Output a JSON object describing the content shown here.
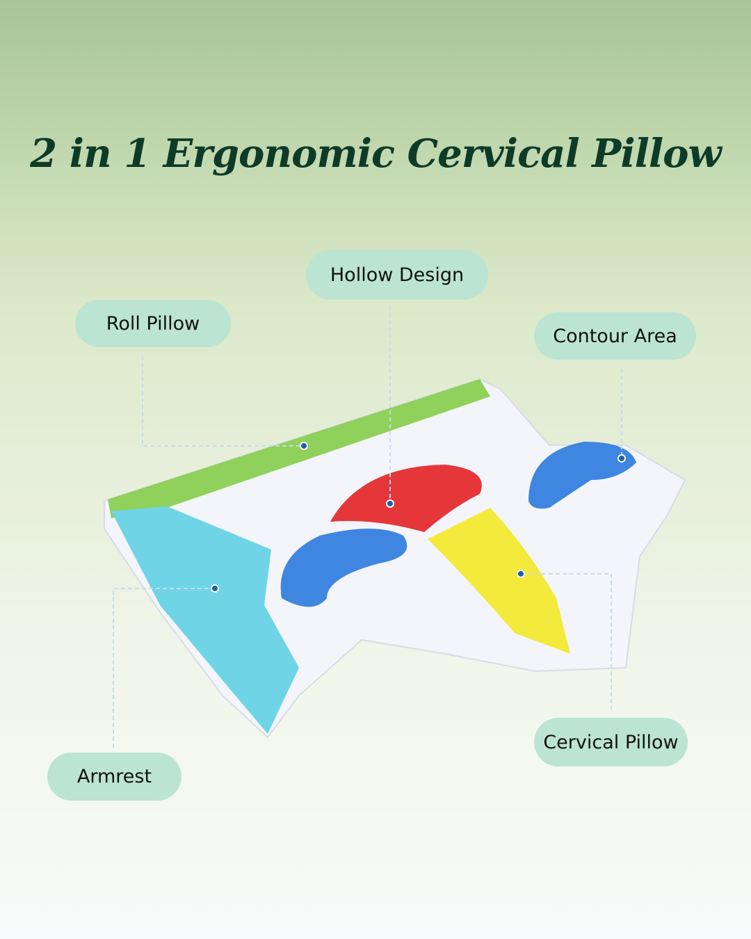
{
  "title": "2 in 1 Ergonomic Cervical Pillow",
  "labels": {
    "roll_pillow": "Roll Pillow",
    "hollow_design": "Hollow Design",
    "contour_area": "Contour Area",
    "armrest": "Armrest",
    "cervical_pillow": "Cervical Pillow"
  },
  "colors": {
    "title": "#0e3b28",
    "pill_bg": "#bce4d3",
    "green_zone": "#8fd15a",
    "blue_zone": "#3f86e0",
    "red_zone": "#e5373a",
    "yellow_zone": "#f3ea3b",
    "cyan_zone": "#6fd4e6",
    "marker": "#1f5fa8"
  }
}
